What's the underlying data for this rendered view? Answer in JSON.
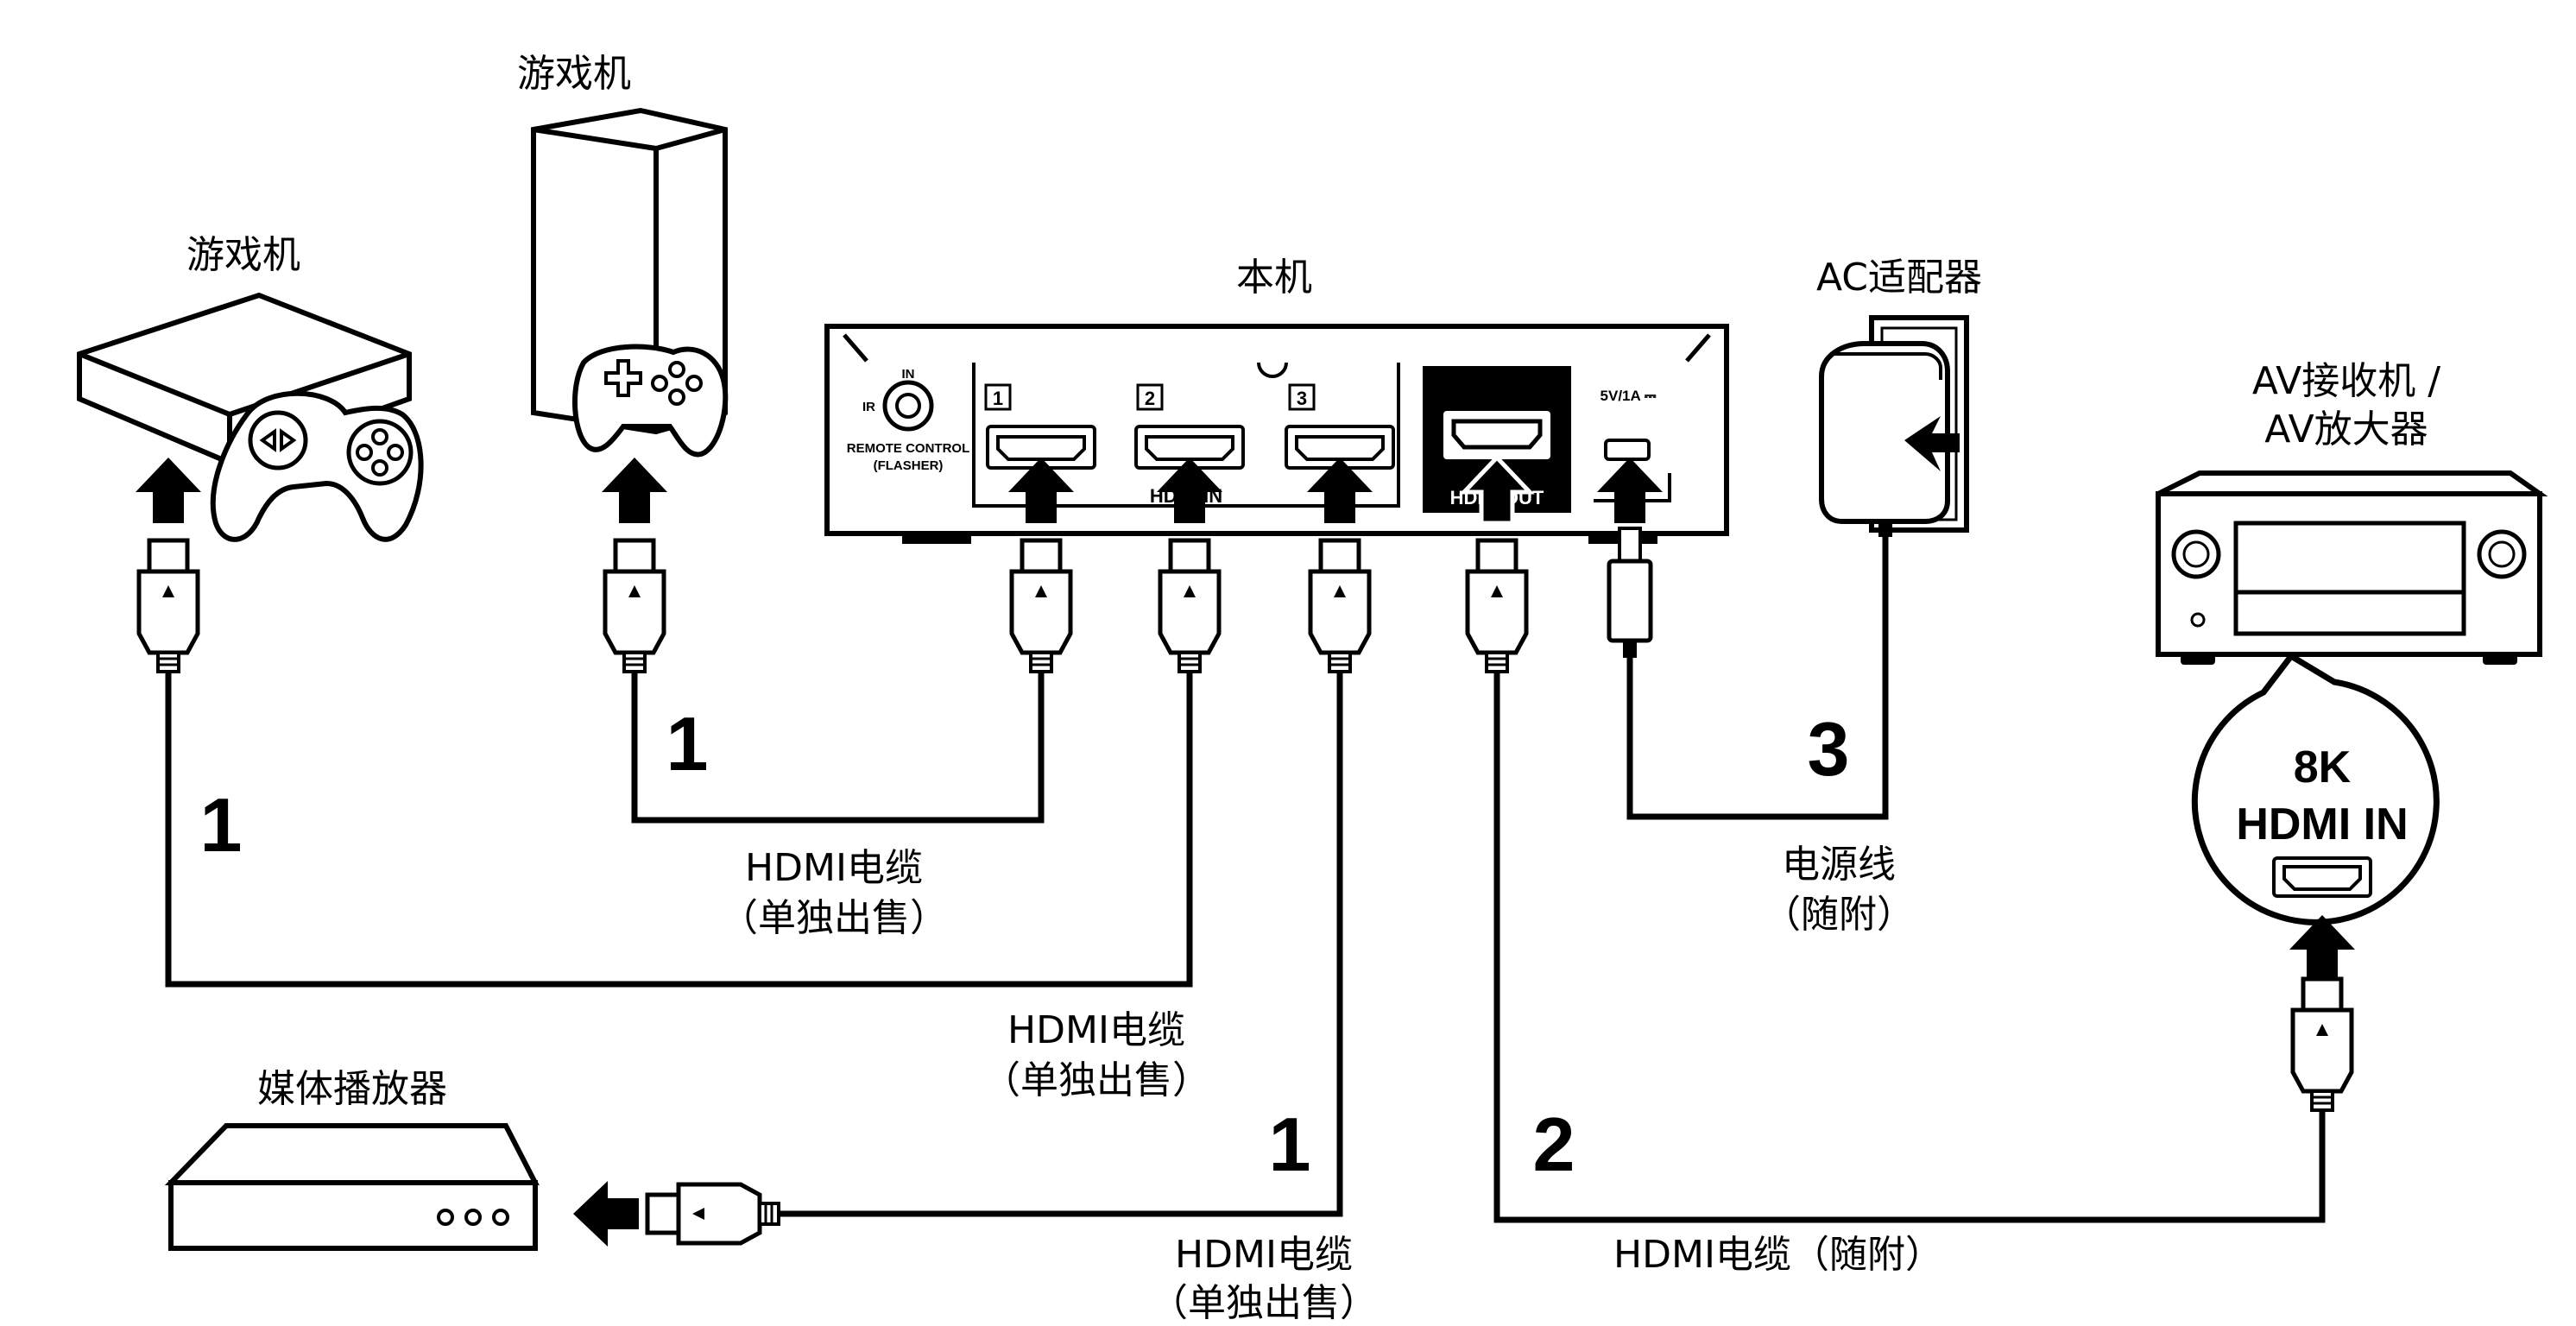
{
  "labels": {
    "game_console_left": "游戏机",
    "game_console_top": "游戏机",
    "main_unit": "本机",
    "ac_adapter": "AC适配器",
    "av_receiver_line1": "AV接收机 /",
    "av_receiver_line2": "AV放大器",
    "media_player": "媒体播放器",
    "cable_sold_sep_a": "HDMI电缆",
    "cable_sold_sep_a2": "（单独出售）",
    "cable_sold_sep_b": "HDMI电缆",
    "cable_sold_sep_b2": "（单独出售）",
    "cable_sold_sep_c": "HDMI电缆",
    "cable_sold_sep_c2": "（单独出售）",
    "cable_supplied": "HDMI电缆（随附）",
    "power_cord": "电源线",
    "power_cord_supplied": "（随附）"
  },
  "numbers": {
    "step_left": "1",
    "step_top": "1",
    "step_media": "1",
    "step_out": "2",
    "step_power": "3"
  },
  "unit_panel": {
    "in_label": "IN",
    "ir_label": "IR",
    "remote_line1": "REMOTE CONTROL",
    "remote_line2": "(FLASHER)",
    "port1": "1",
    "port2": "2",
    "port3": "3",
    "power_spec": "5V/1A ⎓",
    "hdmi_in_text": "HDMI IN",
    "hdmi_out_text": "HDMI OUT"
  },
  "badge": {
    "line1": "8K",
    "line2": "HDMI IN"
  }
}
